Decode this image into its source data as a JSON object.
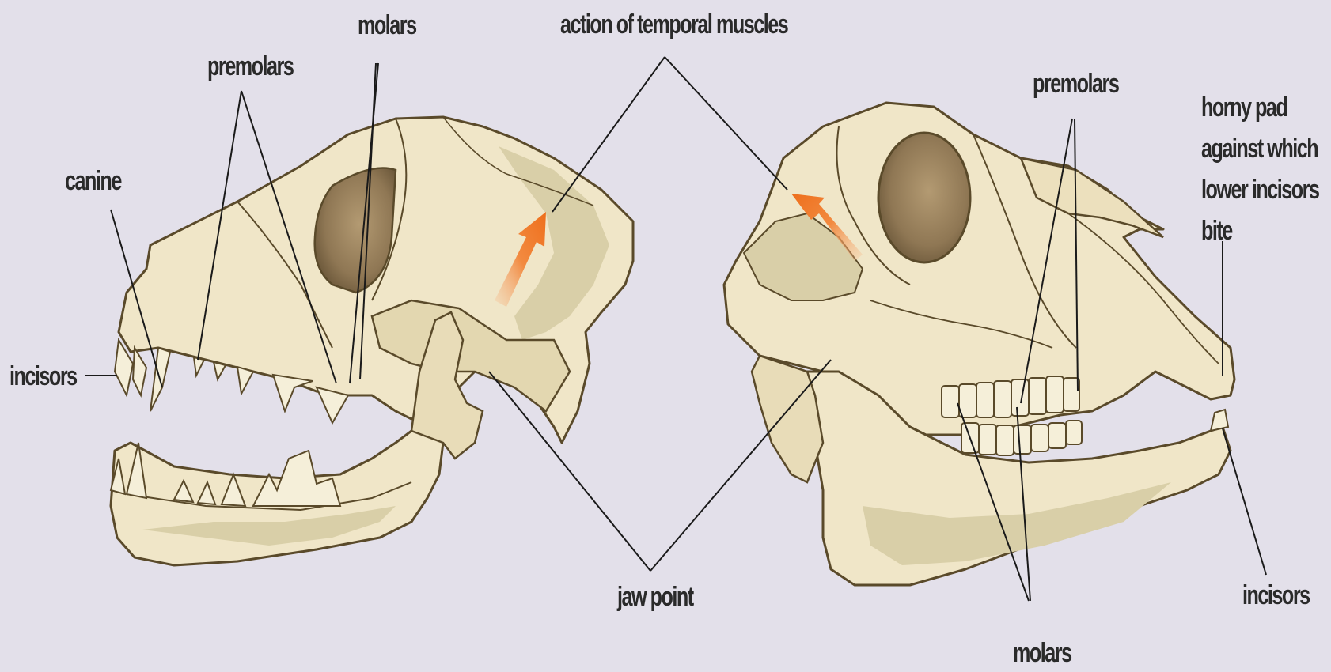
{
  "colors": {
    "background": "#e3e0ea",
    "bone": "#f0e6c8",
    "bone_shade": "#d9cfa8",
    "outline": "#5a4a2a",
    "orbit": "#8a7553",
    "arrow": "#f07a2a",
    "line": "#1a1a1a"
  },
  "labels": {
    "molars_top": "molars",
    "premolars_left": "premolars",
    "action": "action of temporal muscles",
    "canine": "canine",
    "incisors_left": "incisors",
    "premolars_right": "premolars",
    "horny_pad": [
      "horny pad",
      "against which",
      "lower incisors",
      "bite"
    ],
    "jaw_point": "jaw point",
    "incisors_right": "incisors",
    "molars_bottom": "molars"
  }
}
